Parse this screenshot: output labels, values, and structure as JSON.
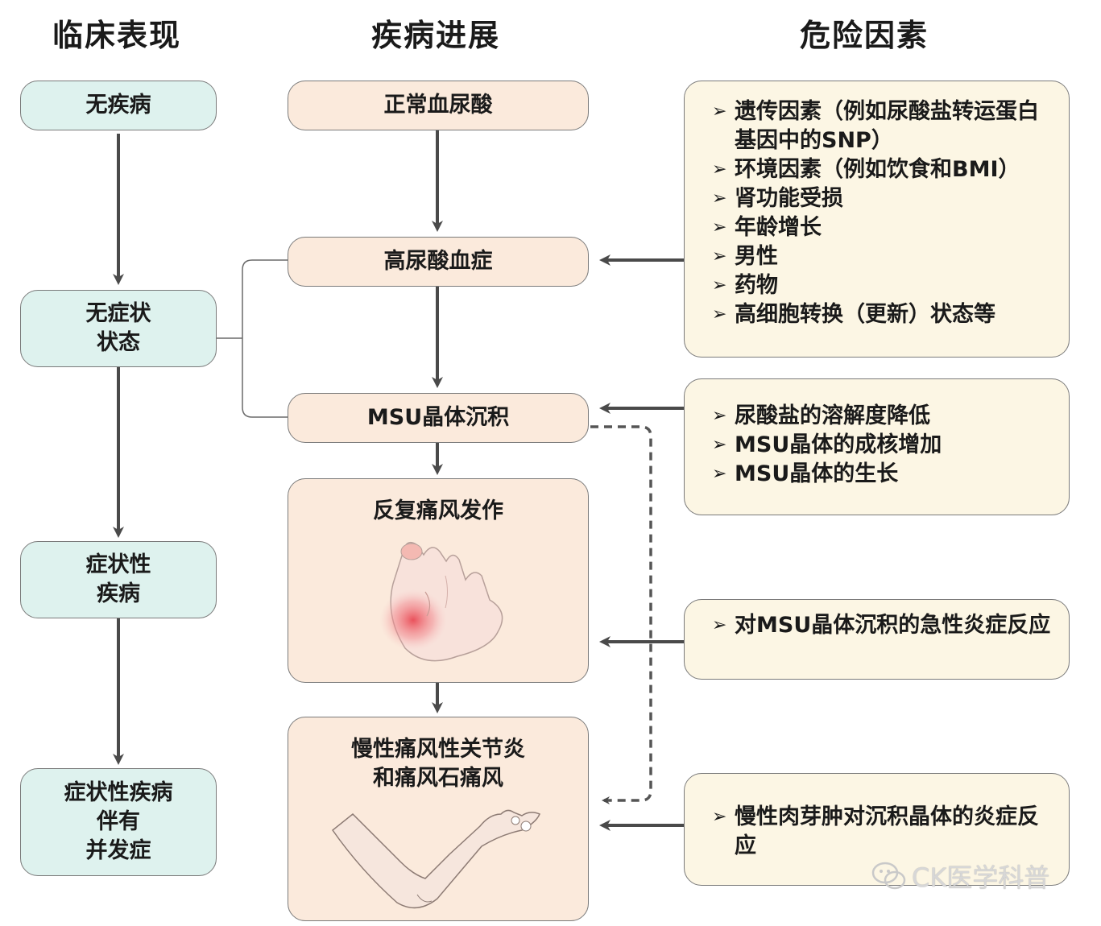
{
  "headers": {
    "clinical": "临床表现",
    "progression": "疾病进展",
    "risk": "危险因素"
  },
  "clinical": {
    "no_disease": "无疾病",
    "asymptomatic": [
      "无症状",
      "状态"
    ],
    "symptomatic": [
      "症状性",
      "疾病"
    ],
    "complications": [
      "症状性疾病",
      "伴有",
      "并发症"
    ]
  },
  "progression": {
    "normal": "正常血尿酸",
    "hyperuricemia": "高尿酸血症",
    "msu": "MSU晶体沉积",
    "recurrent": "反复痛风发作",
    "chronic": [
      "慢性痛风性关节炎",
      "和痛风石痛风"
    ]
  },
  "risk": {
    "group1": [
      "遗传因素（例如尿酸盐转运蛋白基因中的SNP）",
      "环境因素（例如饮食和BMI）",
      "肾功能受损",
      "年龄增长",
      "男性",
      "药物",
      "高细胞转换（更新）状态等"
    ],
    "group2": [
      "尿酸盐的溶解度降低",
      "MSU晶体的成核增加",
      "MSU晶体的生长"
    ],
    "group3": [
      "对MSU晶体沉积的急性炎症反应"
    ],
    "group4": [
      "慢性肉芽肿对沉积晶体的炎症反应"
    ]
  },
  "watermark": "CK医学科普",
  "icons": {
    "bullet": "arrowhead-bullet-icon",
    "watermark": "wechat-icon",
    "foot": "inflamed-foot-illustration",
    "arm": "arm-hand-illustration"
  },
  "colors": {
    "clinical_fill": "#def2ee",
    "progression_fill": "#fbeadc",
    "risk_fill": "#fcf6e4",
    "arrow": "#4a4a4a",
    "inflammation": "#e8414d"
  }
}
